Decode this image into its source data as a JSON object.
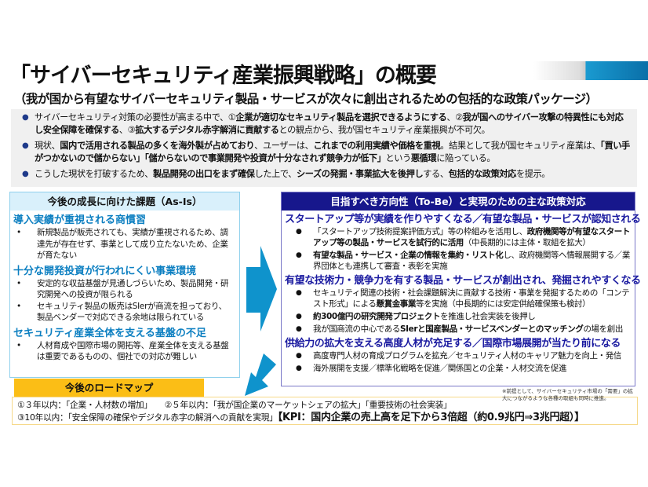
{
  "title": "「サイバーセキュリティ産業振興戦略」の概要",
  "subtitle": "（我が国から有望なサイバーセキュリティ製品・サービスが次々に創出されるための包括的な政策パッケージ）",
  "summary": [
    [
      {
        "t": "サイバーセキュリティ対策の必要性が高まる中で、①"
      },
      {
        "t": "企業が適切なセキュリティ製品を選択できるようにする",
        "b": true
      },
      {
        "t": "、②"
      },
      {
        "t": "我が国へのサイバー攻撃の特異性にも対応し安全保障を確保する",
        "b": true
      },
      {
        "t": "、③"
      },
      {
        "t": "拡大するデジタル赤字解消に貢献する",
        "b": true
      },
      {
        "t": "との観点から、我が国セキュリティ産業振興が不可欠。"
      }
    ],
    [
      {
        "t": "現状、"
      },
      {
        "t": "国内で活用される製品の多くを海外製が占めており",
        "b": true
      },
      {
        "t": "、ユーザーは、"
      },
      {
        "t": "これまでの利用実績や価格を重視",
        "b": true
      },
      {
        "t": "。結果として我が国セキュリティ産業は、"
      },
      {
        "t": "「買い手がつかないので儲からない」「儲からないので事業開発や投資が十分なされず競争力が低下」",
        "b": true
      },
      {
        "t": "という"
      },
      {
        "t": "悪循環",
        "b": true
      },
      {
        "t": "に陥っている。"
      }
    ],
    [
      {
        "t": "こうした現状を打破するため、"
      },
      {
        "t": "製品開発の出口をまず確保",
        "b": true
      },
      {
        "t": "した上で、"
      },
      {
        "t": "シーズの発掘・事業拡大を後押し",
        "b": true
      },
      {
        "t": "する、"
      },
      {
        "t": "包括的な政策対応",
        "b": true
      },
      {
        "t": "を提示。"
      }
    ]
  ],
  "as_is": {
    "header": "今後の成長に向けた課題（As-Is）",
    "sections": [
      {
        "heading": "導入実績が重視される商慣習",
        "items": [
          "新規製品が販売されても、実績が重視されるため、調達先が存在せず、事業として成り立たないため、企業が育たない"
        ]
      },
      {
        "heading": "十分な開発投資が行われにくい事業環境",
        "items": [
          "安定的な収益基盤が見通しづらいため、製品開発・研究開発への投資が限られる",
          "セキュリティ製品の販売はSIerが商流を担っており、製品ベンダーで対応できる余地は限られている"
        ]
      },
      {
        "heading": "セキュリティ産業全体を支える基盤の不足",
        "items": [
          "人材育成や国際市場の開拓等、産業全体を支える基盤は重要であるものの、個社での対応が難しい"
        ]
      }
    ]
  },
  "to_be": {
    "header": "目指すべき方向性（To-Be）と実現のための主な政策対応",
    "sections": [
      {
        "heading": "スタートアップ等が実績を作りやすくなる／有望な製品・サービスが認知される",
        "items": [
          [
            {
              "t": "「スタートアップ技術提案評価方式」等の枠組みを活用し、"
            },
            {
              "t": "政府機関等が有望なスタートアップ等の製品・サービスを試行的に活用",
              "b": true
            },
            {
              "t": "（中長期的には主体・取組を拡大）"
            }
          ],
          [
            {
              "t": "有望な製品・サービス・企業の情報を集約・リスト化",
              "b": true
            },
            {
              "t": "し、政府機関等へ情報展開する／業界団体とも連携して審査・表彰を実施"
            }
          ]
        ]
      },
      {
        "heading": "有望な技術力・競争力を有する製品・サービスが創出され、発掘されやすくなる",
        "items": [
          [
            {
              "t": "セキュリティ関連の技術・社会課題解決に貢献する技術・事業を発掘するための「コンテスト形式」による"
            },
            {
              "t": "懸賞金事業",
              "b": true
            },
            {
              "t": "等を実施（中長期的には安定供給確保策も検討）"
            }
          ],
          [
            {
              "t": "約300億円の研究開発プロジェクト",
              "b": true
            },
            {
              "t": "を推進し社会実装を後押し"
            }
          ],
          [
            {
              "t": "我が国商流の中心である"
            },
            {
              "t": "SIerと国産製品・サービスベンダーとのマッチング",
              "b": true
            },
            {
              "t": "の場を創出"
            }
          ]
        ]
      },
      {
        "heading": "供給力の拡大を支える高度人材が充足する／国際市場展開が当たり前になる",
        "items": [
          [
            {
              "t": "高度専門人材の育成プログラムを拡充／セキュリティ人材のキャリア魅力を向上・発信"
            }
          ],
          [
            {
              "t": "海外展開を支援／標準化戦略を促進／関係国との企業・人材交流を促進"
            }
          ]
        ]
      }
    ]
  },
  "roadmap": {
    "label": "今後のロードマップ",
    "line1a": "①３年以内：「企業・人材数の増加」",
    "line1b": "②５年以内：「我が国企業のマーケットシェアの拡大」「重要技術の社会実装」",
    "line2": "③10年以内：「安全保障の確保やデジタル赤字の解消への貢献を実現」",
    "kpi": "【KPI：国内企業の売上高を足下から3倍超（約0.9兆円⇒3兆円超）】",
    "note": "※前提として、サイバーセキュリティ市場の「需要」の拡大につながるような各種の取組も同時に推進。"
  },
  "colors": {
    "navy": "#17178c",
    "blue_heading": "#0c7fc1",
    "arrow": "#0f93cc",
    "roadmap": "#fbbe16"
  }
}
